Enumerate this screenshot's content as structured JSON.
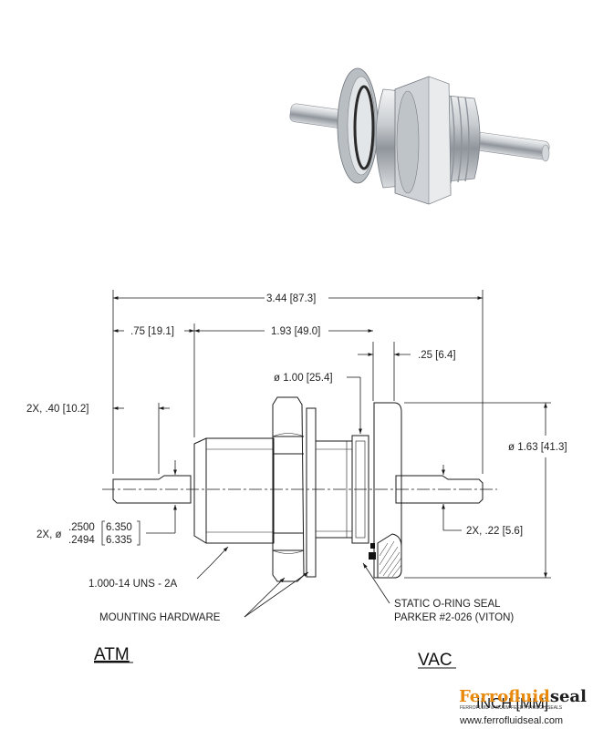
{
  "product_image": {
    "name": "ferrofluid-seal-render"
  },
  "dimensions": {
    "overall_length": "3.44 [87.3]",
    "atm_shaft_length": ".75 [19.1]",
    "body_length": "1.93 [49.0]",
    "flange_thickness": ".25 [6.4]",
    "pilot_diameter": "ø 1.00 [25.4]",
    "flange_diameter": "ø 1.63 [41.3]",
    "flat_length": "2X, .40 [10.2]",
    "flat_depth": "2X, .22 [5.6]",
    "shaft_dia_prefix": "2X, ø",
    "shaft_dia_max_in": ".2500",
    "shaft_dia_min_in": ".2494",
    "shaft_dia_max_mm": "6.350",
    "shaft_dia_min_mm": "6.335"
  },
  "callouts": {
    "thread": "1.000-14 UNS - 2A",
    "mounting": "MOUNTING HARDWARE",
    "oring_line1": "STATIC O-RING SEAL",
    "oring_line2": "PARKER #2-026 (VITON)"
  },
  "sides": {
    "atm": "ATM",
    "vac": "VAC"
  },
  "units": "INCH [MM]",
  "watermark": {
    "brand_part1": "Ferrofluid",
    "brand_part2": "seal",
    "tagline": "FERROFLUID VACUUM FEEDTHROUGH SEALS",
    "url": "www.ferrofluidseal.com"
  },
  "colors": {
    "line": "#1a1a1a",
    "metal": "#c8ccd0",
    "brand_orange": "#e8890c",
    "brand_dark": "#1f1f1f"
  }
}
